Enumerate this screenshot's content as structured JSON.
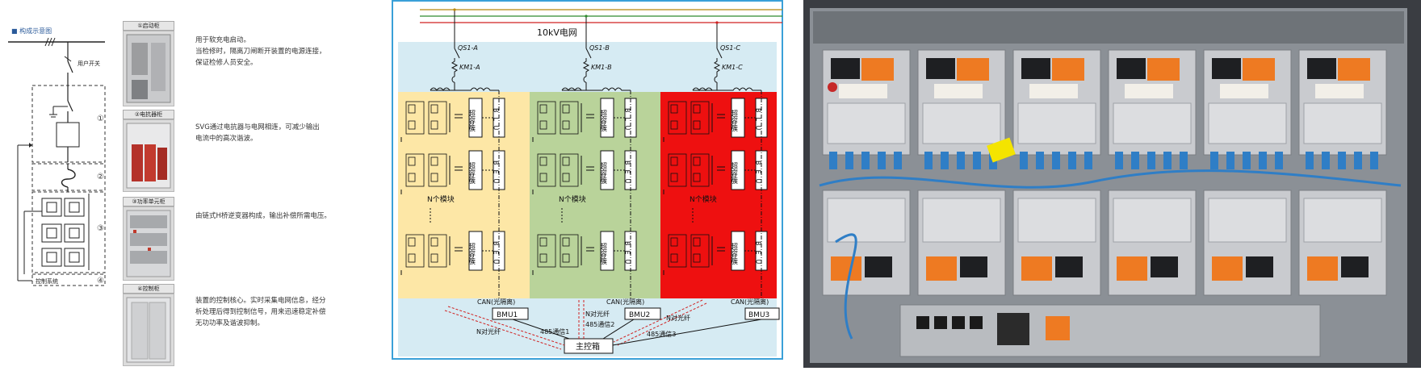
{
  "left_panel": {
    "legend": "■ 构成示意图",
    "switch_label": "用户开关",
    "control_label": "控制系统",
    "markers": [
      "①",
      "②",
      "③",
      "④"
    ],
    "cabinets": [
      {
        "header": "①启动柜",
        "desc": [
          "用于软充电启动。",
          "当检修时，隔离刀闸断开装置的电源连接，",
          "保证检修人员安全。"
        ]
      },
      {
        "header": "②电抗器柜",
        "desc": [
          "SVG通过电抗器与电网相连，可减少输出",
          "电流中的高次谐波。"
        ]
      },
      {
        "header": "③功率单元柜",
        "desc": [
          "由链式H桥逆变器构成，输出补偿所需电压。"
        ]
      },
      {
        "header": "④控制柜",
        "desc": [
          "装置的控制核心。实时采集电网信息，经分",
          "析处理后得到控制信号，用来迅速稳定补偿",
          "无功功率及谐波抑制。"
        ]
      }
    ]
  },
  "middle_panel": {
    "grid_label": "10kV电网",
    "phase_labels": [
      {
        "qs": "QS1-A",
        "km": "KM1-A"
      },
      {
        "qs": "QS1-B",
        "km": "KM1-B"
      },
      {
        "qs": "QS1-C",
        "km": "KM1-C"
      }
    ],
    "module_text": "N个模块",
    "cap_label": "超容簇",
    "cap_label_alt": "超容簇",
    "cap_label_b": "超容簇",
    "bmu_box_label": "BEU",
    "bmu_box_top": "BLU",
    "can_labels": [
      "CAN(光隔离)",
      "CAN(光隔离)",
      "CAN(光隔离)"
    ],
    "bmu_labels": [
      "BMU1",
      "BMU2",
      "BMU3"
    ],
    "fiber_labels": [
      "N对光纤",
      "N对光纤",
      "N对光纤"
    ],
    "comm_labels": [
      "485通信1",
      "485通信2",
      "485通信3"
    ],
    "main_box": "主控箱",
    "colors": {
      "a": "#fde7a6",
      "b": "#b9d39a",
      "c": "#ee1010",
      "bg": "#d6ebf3",
      "frame": "#3aa0d8"
    }
  },
  "right_panel": {
    "colors": {
      "plate": "#8b9096",
      "module": "#dcdde0",
      "orange": "#ee7a22",
      "blue": "#2f7ec6"
    }
  }
}
